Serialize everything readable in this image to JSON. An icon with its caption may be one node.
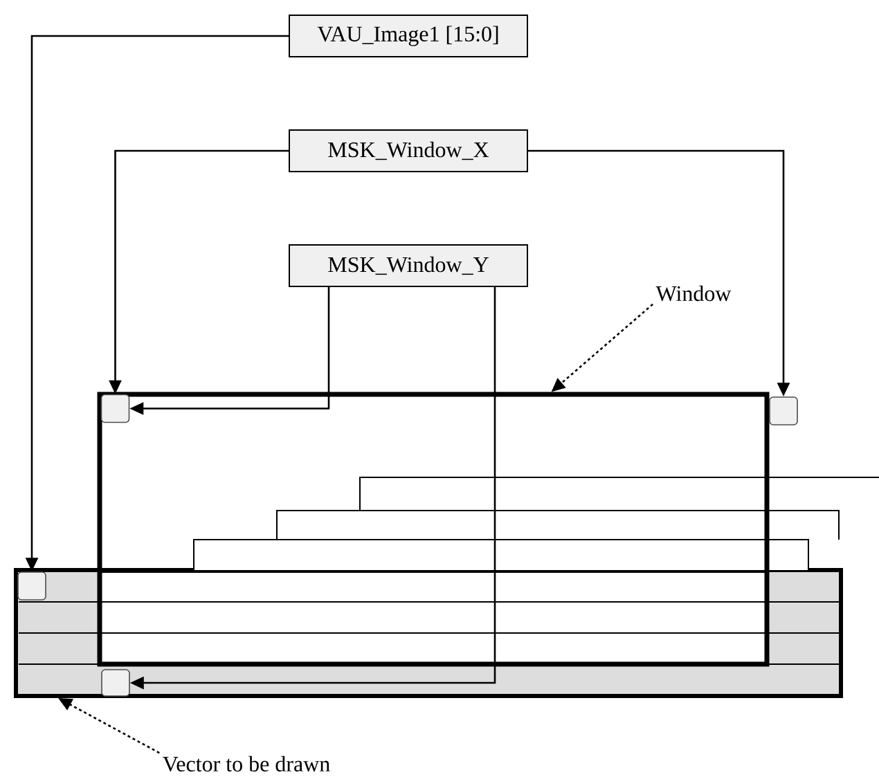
{
  "diagram": {
    "nodes": [
      {
        "text": [
          "VAU_Image1 [15:0]"
        ]
      },
      {
        "text": [
          "MSK_Window_X"
        ]
      },
      {
        "text": [
          "MSK_Window_Y"
        ]
      },
      {
        "text": [
          "Window"
        ]
      },
      {
        "text": [
          "Vector to be drawn"
        ]
      },
      {
        "text": [],
        "shape": "box"
      },
      {
        "text": [],
        "shape": "box"
      },
      {
        "text": [],
        "shape": "box",
        "in": 5
      },
      {
        "text": [],
        "shape": "box",
        "in": 6
      },
      {
        "text": [],
        "shape": "box"
      },
      {
        "text": [],
        "shape": "box",
        "in": 5
      }
    ],
    "edges": [
      {
        "from": 0,
        "to": 7,
        "arrow": "to"
      },
      {
        "from": 1,
        "to": 8,
        "arrow": "to"
      },
      {
        "from": 1,
        "to": 9,
        "arrow": "to"
      },
      {
        "from": 2,
        "to": 8,
        "arrow": "to"
      },
      {
        "from": 2,
        "to": 10,
        "arrow": "to"
      },
      {
        "from": 3,
        "to": 6,
        "arrow": "to",
        "style": "dashed"
      },
      {
        "from": 4,
        "to": 5,
        "arrow": "to",
        "style": "dashed"
      }
    ]
  }
}
